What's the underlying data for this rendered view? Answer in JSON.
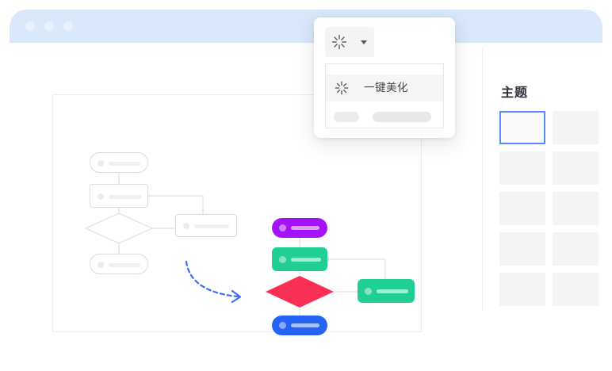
{
  "window": {
    "titlebar": {
      "traffic_lights": [
        "close-dot",
        "minimize-dot",
        "maximize-dot"
      ],
      "color": "#d9e8fb"
    }
  },
  "toolbar_dropdown": {
    "trigger": {
      "icon": "sparkle-icon",
      "caret": "chevron-down-icon"
    },
    "menu_items": [
      {
        "icon": "sparkle-icon",
        "label": "一键美化"
      },
      {
        "icon": "placeholder",
        "label": ""
      }
    ]
  },
  "theme_panel": {
    "title": "主题",
    "selected_index": 0,
    "accent_color": "#5b8cf5",
    "swatches": [
      {
        "id": "theme-1"
      },
      {
        "id": "theme-2"
      },
      {
        "id": "theme-3"
      },
      {
        "id": "theme-4"
      },
      {
        "id": "theme-5"
      },
      {
        "id": "theme-6"
      },
      {
        "id": "theme-7"
      },
      {
        "id": "theme-8"
      },
      {
        "id": "theme-9"
      },
      {
        "id": "theme-10"
      }
    ]
  },
  "canvas": {
    "annotation_arrow": {
      "name": "dashed-curved-arrow",
      "color": "#3b6ef0",
      "style": "dashed"
    },
    "plain_diagram": {
      "label": "before-beautify-flowchart",
      "stroke": "#dcdcdf",
      "fill": "#ffffff",
      "nodes": [
        {
          "id": "start",
          "shape": "rounded",
          "fill": "#ffffff"
        },
        {
          "id": "process1",
          "shape": "rect",
          "fill": "#ffffff"
        },
        {
          "id": "decision",
          "shape": "diamond",
          "fill": "#ffffff"
        },
        {
          "id": "process2",
          "shape": "rect",
          "fill": "#ffffff"
        },
        {
          "id": "end",
          "shape": "rounded",
          "fill": "#ffffff"
        }
      ]
    },
    "styled_diagram": {
      "label": "after-beautify-flowchart",
      "nodes": [
        {
          "id": "start",
          "shape": "rounded",
          "fill": "#a413f7"
        },
        {
          "id": "process1",
          "shape": "rect",
          "fill": "#21ce93"
        },
        {
          "id": "decision",
          "shape": "diamond",
          "fill": "#fa2f55"
        },
        {
          "id": "process2",
          "shape": "rect",
          "fill": "#21ce93"
        },
        {
          "id": "end",
          "shape": "rounded",
          "fill": "#2563f5"
        }
      ]
    }
  }
}
